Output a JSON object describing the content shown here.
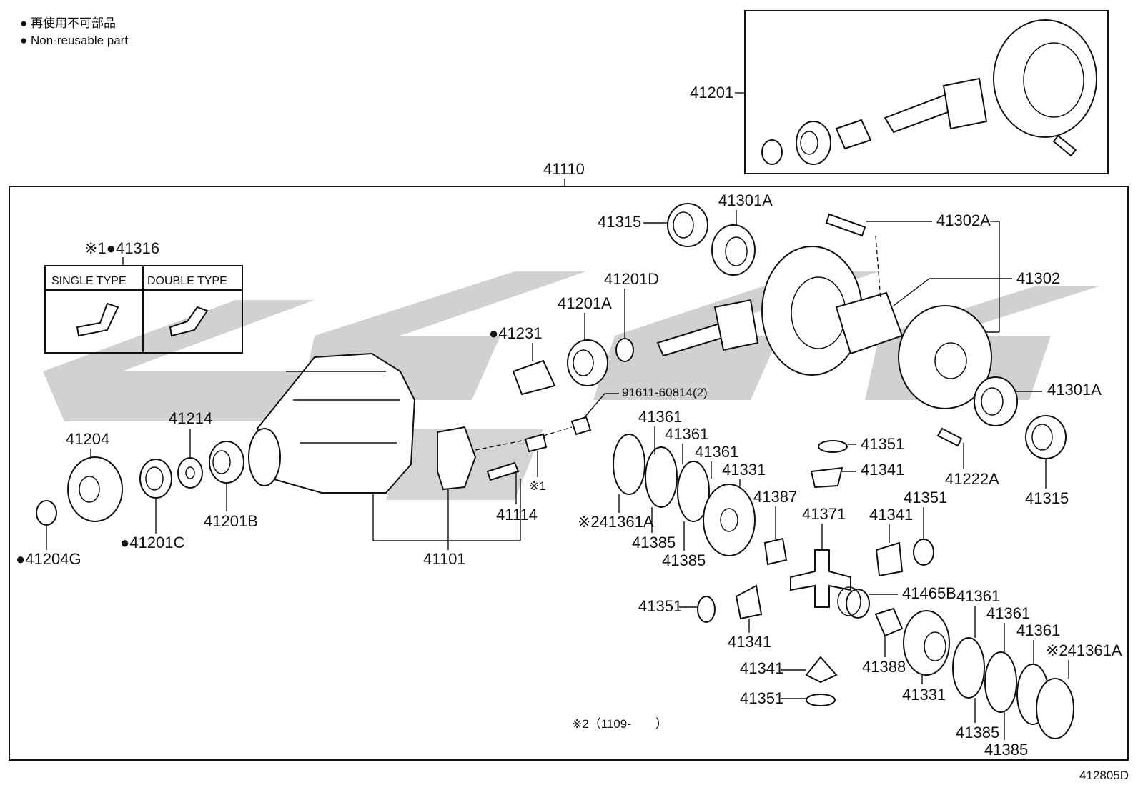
{
  "legend": {
    "line1": "● 再使用不可部品",
    "line2": "● Non-reusable part"
  },
  "inset_table": {
    "header": "※1●41316",
    "col1": "SINGLE TYPE",
    "col2": "DOUBLE TYPE"
  },
  "labels": {
    "l41201": "41201",
    "l41110": "41110",
    "l41315_top": "41315",
    "l41301A_top": "41301A",
    "l41302A": "41302A",
    "l41302": "41302",
    "l41201D": "41201D",
    "l41201A": "41201A",
    "l41231": "●41231",
    "l91611": "91611-60814(2)",
    "l41301A_right": "41301A",
    "l41361_a": "41361",
    "l41361_b": "41361",
    "l41361_c": "41361",
    "l41331_a": "41331",
    "l41214": "41214",
    "l41204": "41204",
    "l41351_a": "41351",
    "l41222A": "41222A",
    "l41315_right": "41315",
    "l41341_a": "41341",
    "l41387": "41387",
    "l41371": "41371",
    "l41351_b": "41351",
    "l41341_b": "41341",
    "lx1": "※1",
    "l41114": "41114",
    "l41361A_a": "※241361A",
    "l41201B": "41201B",
    "l41201C": "●41201C",
    "l41204G": "●41204G",
    "l41101": "41101",
    "l41385_a": "41385",
    "l41385_b": "41385",
    "l41465B": "41465B",
    "l41361_d": "41361",
    "l41361_e": "41361",
    "l41361_f": "41361",
    "l41361A_b": "※241361A",
    "l41351_c": "41351",
    "l41341_c": "41341",
    "l41388": "41388",
    "l41341_d": "41341",
    "l41351_d": "41351",
    "l41331_b": "41331",
    "l41385_c": "41385",
    "l41385_d": "41385",
    "note_x2": "※2（1109-　　）",
    "drawing_no": "412805D"
  }
}
